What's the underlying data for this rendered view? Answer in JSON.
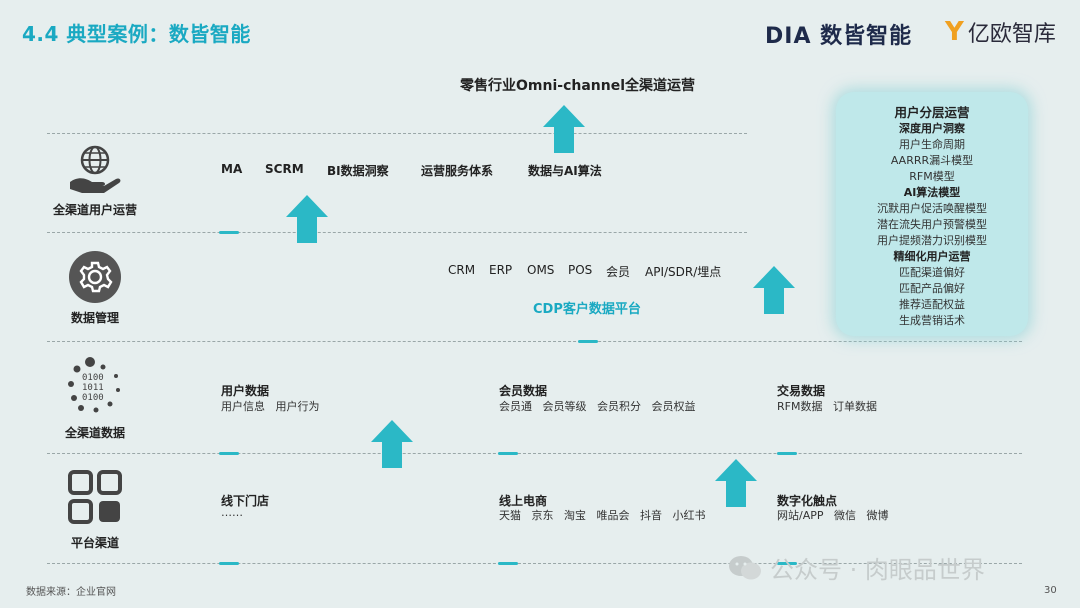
{
  "header": {
    "title": "4.4 典型案例：数皆智能",
    "logo_dia": "DIA 数皆智能",
    "logo_yiou": "亿欧智库"
  },
  "diagram": {
    "top_heading": "零售行业Omni-channel全渠道运营",
    "rows": [
      {
        "label": "全渠道用户运营",
        "icon": "globe-hand-icon",
        "items": [
          "MA",
          "SCRM",
          "BI数据洞察",
          "运营服务体系",
          "数据与AI算法"
        ]
      },
      {
        "label": "数据管理",
        "icon": "gear-icon",
        "items": [
          "CRM",
          "ERP",
          "OMS",
          "POS",
          "会员",
          "API/SDR/埋点"
        ],
        "platform": "CDP客户数据平台"
      },
      {
        "label": "全渠道数据",
        "icon": "binary-dots-icon",
        "groups": [
          {
            "title": "用户数据",
            "details": [
              "用户信息",
              "用户行为"
            ]
          },
          {
            "title": "会员数据",
            "details": [
              "会员通",
              "会员等级",
              "会员积分",
              "会员权益"
            ]
          },
          {
            "title": "交易数据",
            "details": [
              "RFM数据",
              "订单数据"
            ]
          }
        ]
      },
      {
        "label": "平台渠道",
        "icon": "grid-apps-icon",
        "groups": [
          {
            "title": "线下门店",
            "details": [
              "……"
            ]
          },
          {
            "title": "线上电商",
            "details": [
              "天猫",
              "京东",
              "淘宝",
              "唯品会",
              "抖音",
              "小红书"
            ]
          },
          {
            "title": "数字化触点",
            "details": [
              "网站/APP",
              "微信",
              "微博"
            ]
          }
        ]
      }
    ],
    "panel": {
      "title": "用户分层运营",
      "sections": [
        {
          "heading": "深度用户洞察",
          "lines": [
            "用户生命周期",
            "AARRR漏斗模型",
            "RFM模型"
          ]
        },
        {
          "heading": "AI算法模型",
          "lines": [
            "沉默用户促活唤醒模型",
            "潜在流失用户预警模型",
            "用户提频潜力识别模型"
          ]
        },
        {
          "heading": "精细化用户运营",
          "lines": [
            "匹配渠道偏好",
            "匹配产品偏好",
            "推荐适配权益",
            "生成营销话术"
          ]
        }
      ]
    }
  },
  "footer": {
    "source": "数据来源：企业官网",
    "page": "30",
    "watermark": "公众号 · 肉眼品世界"
  },
  "colors": {
    "accent": "#1aa9c2",
    "arrow": "#2bb8c6",
    "panel": "#bfe8ea",
    "background": "#e6eeee"
  }
}
